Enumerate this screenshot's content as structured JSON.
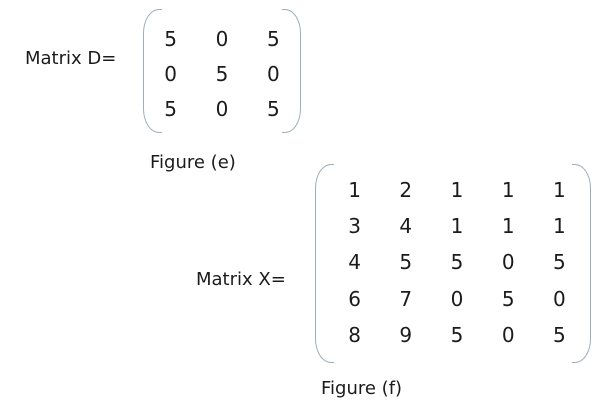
{
  "colors": {
    "background": "#ffffff",
    "text": "#1b1b1b",
    "bracket": "#9cafbc"
  },
  "figures": [
    {
      "label": "Matrix D=",
      "caption": "Figure (e)",
      "matrix": [
        [
          5,
          0,
          5
        ],
        [
          0,
          5,
          0
        ],
        [
          5,
          0,
          5
        ]
      ]
    },
    {
      "label": "Matrix X=",
      "caption": "Figure (f)",
      "matrix": [
        [
          1,
          2,
          1,
          1,
          1
        ],
        [
          3,
          4,
          1,
          1,
          1
        ],
        [
          4,
          5,
          5,
          0,
          5
        ],
        [
          6,
          7,
          0,
          5,
          0
        ],
        [
          8,
          9,
          5,
          0,
          5
        ]
      ]
    }
  ]
}
